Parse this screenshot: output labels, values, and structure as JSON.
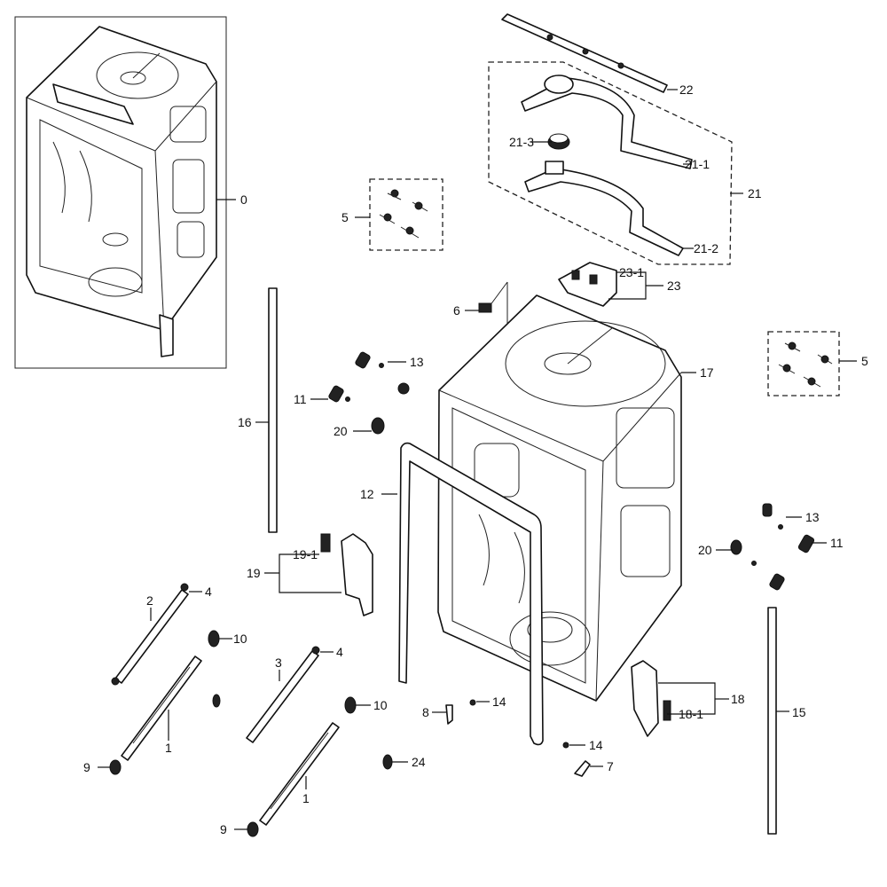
{
  "diagram": {
    "labels": {
      "l0": "0",
      "l1a": "1",
      "l1b": "1",
      "l2": "2",
      "l3": "3",
      "l4a": "4",
      "l4b": "4",
      "l5a": "5",
      "l5b": "5",
      "l6": "6",
      "l7": "7",
      "l8": "8",
      "l9a": "9",
      "l9b": "9",
      "l10a": "10",
      "l10b": "10",
      "l11a": "11",
      "l11b": "11",
      "l12": "12",
      "l13a": "13",
      "l13b": "13",
      "l14a": "14",
      "l14b": "14",
      "l15": "15",
      "l16": "16",
      "l17": "17",
      "l18": "18",
      "l18_1": "18-1",
      "l19": "19",
      "l19_1": "19-1",
      "l20a": "20",
      "l20b": "20",
      "l21": "21",
      "l21_1": "21-1",
      "l21_2": "21-2",
      "l21_3": "21-3",
      "l22": "22",
      "l23": "23",
      "l23_1": "23-1",
      "l24": "24"
    }
  }
}
